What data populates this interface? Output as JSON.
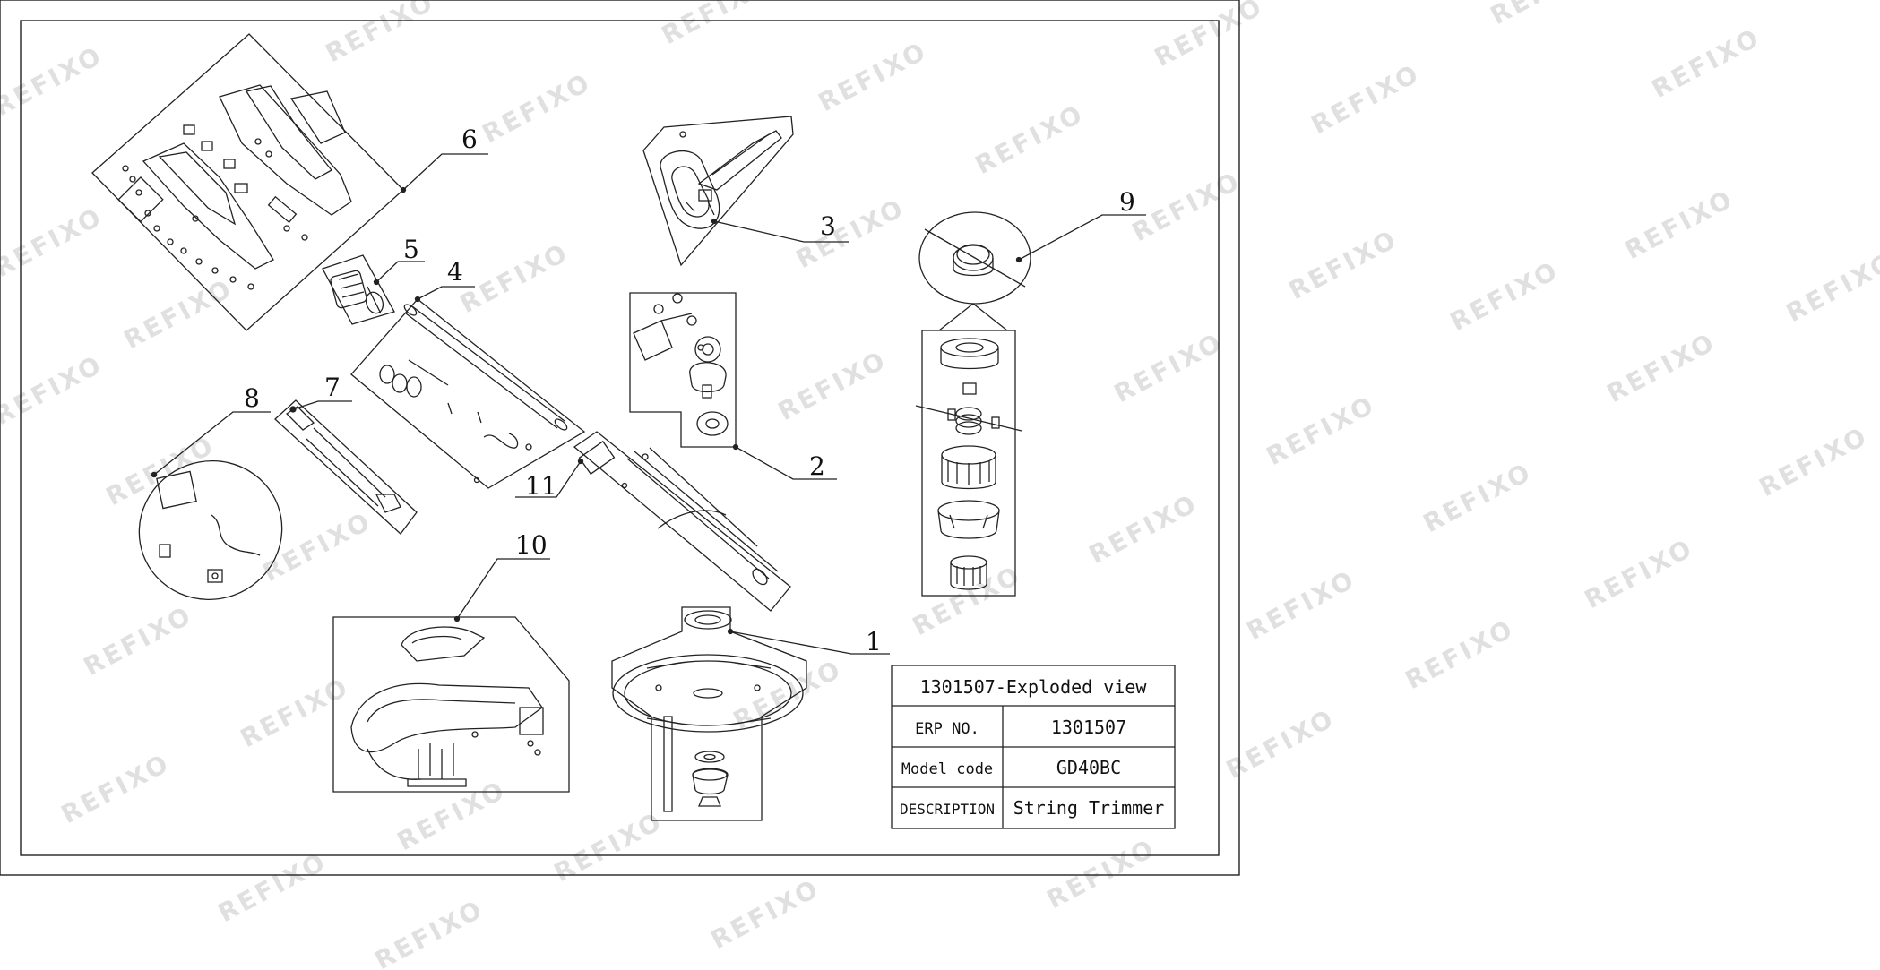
{
  "watermark": "REFIXO",
  "callouts": [
    {
      "id": "part-1",
      "label": "1"
    },
    {
      "id": "part-2",
      "label": "2"
    },
    {
      "id": "part-3",
      "label": "3"
    },
    {
      "id": "part-4",
      "label": "4"
    },
    {
      "id": "part-5",
      "label": "5"
    },
    {
      "id": "part-6",
      "label": "6"
    },
    {
      "id": "part-7",
      "label": "7"
    },
    {
      "id": "part-8",
      "label": "8"
    },
    {
      "id": "part-9",
      "label": "9"
    },
    {
      "id": "part-10",
      "label": "10"
    },
    {
      "id": "part-11",
      "label": "11"
    }
  ],
  "title_block": {
    "title": "1301507-Exploded view",
    "rows": [
      {
        "key": "ERP NO.",
        "value": "1301507"
      },
      {
        "key": "Model code",
        "value": "GD40BC"
      },
      {
        "key": "DESCRIPTION",
        "value": "String Trimmer"
      }
    ]
  }
}
